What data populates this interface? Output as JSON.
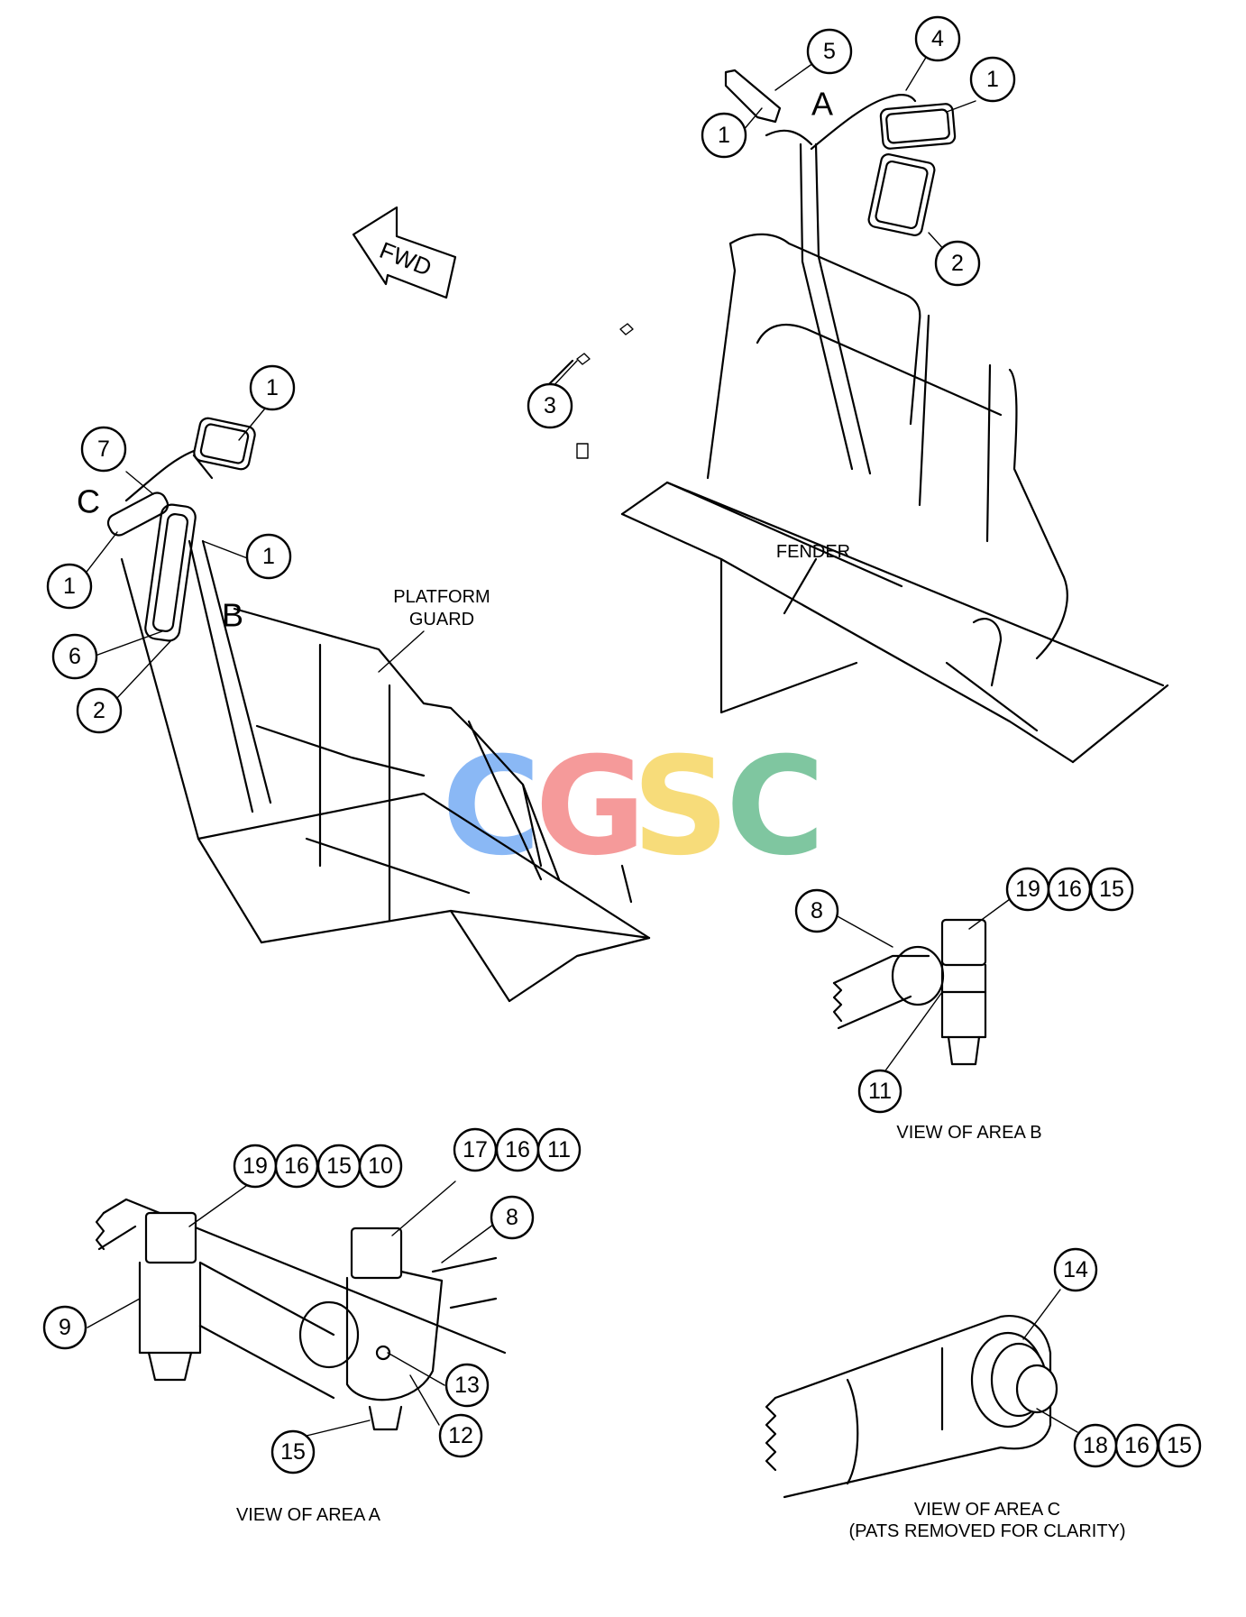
{
  "labels": {
    "fwd": "FWD",
    "platform_guard_1": "PLATFORM",
    "platform_guard_2": "GUARD",
    "fender": "FENDER",
    "view_a": "VIEW OF AREA A",
    "view_b": "VIEW OF AREA B",
    "view_c_1": "VIEW OF AREA C",
    "view_c_2": "(PATS REMOVED FOR CLARITY)"
  },
  "area_letters": {
    "a": "A",
    "b": "B",
    "c": "C"
  },
  "watermark": {
    "letters": [
      "C",
      "G",
      "S",
      "C"
    ],
    "colors": [
      "#8ab8f5",
      "#f59a9a",
      "#f7dc7a",
      "#7fc6a0"
    ]
  },
  "callouts": {
    "c01": "5",
    "c02": "4",
    "c03": "1",
    "c04": "1",
    "c05": "2",
    "c06": "3",
    "c07": "1",
    "c08": "7",
    "c09": "1",
    "c10": "1",
    "c11": "6",
    "c12": "2",
    "c13": "8",
    "c14": "19",
    "c15": "16",
    "c16": "15",
    "c17": "11",
    "c18": "19",
    "c19": "16",
    "c20": "15",
    "c21": "10",
    "c22": "17",
    "c23": "16",
    "c24": "11",
    "c25": "8",
    "c26": "9",
    "c27": "13",
    "c28": "12",
    "c29": "15",
    "c30": "14",
    "c31": "18",
    "c32": "16",
    "c33": "15"
  }
}
